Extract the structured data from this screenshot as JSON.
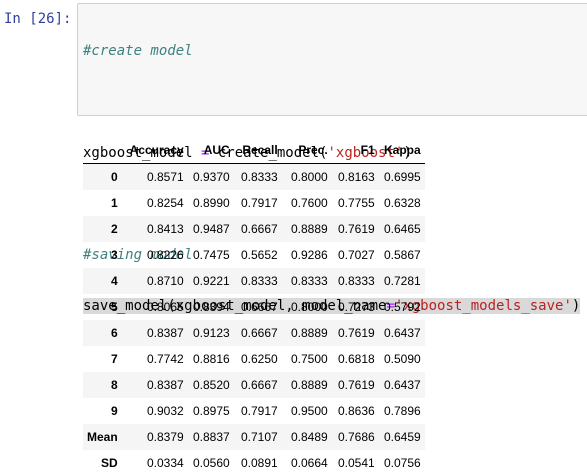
{
  "prompt": "In [26]:",
  "code": {
    "line1_comment": "#create model",
    "line3_var": "xgboost_model ",
    "line3_op": "=",
    "line3_call": " create_model(",
    "line3_str": "'xgboost'",
    "line3_close": ")",
    "line5_comment": "#saving model",
    "line6_call": "save_model(xgboost_model, model_name",
    "line6_op": "=",
    "line6_str": "'xgboost_models_save'",
    "line6_close": ")"
  },
  "table": {
    "columns": [
      "",
      "Accuracy",
      "AUC",
      "Recall",
      "Prec.",
      "F1",
      "Kappa"
    ],
    "rows": [
      [
        "0",
        "0.8571",
        "0.9370",
        "0.8333",
        "0.8000",
        "0.8163",
        "0.6995"
      ],
      [
        "1",
        "0.8254",
        "0.8990",
        "0.7917",
        "0.7600",
        "0.7755",
        "0.6328"
      ],
      [
        "2",
        "0.8413",
        "0.9487",
        "0.6667",
        "0.8889",
        "0.7619",
        "0.6465"
      ],
      [
        "3",
        "0.8226",
        "0.7475",
        "0.5652",
        "0.9286",
        "0.7027",
        "0.5867"
      ],
      [
        "4",
        "0.8710",
        "0.9221",
        "0.8333",
        "0.8333",
        "0.8333",
        "0.7281"
      ],
      [
        "5",
        "0.8065",
        "0.8394",
        "0.6667",
        "0.8000",
        "0.7273",
        "0.5792"
      ],
      [
        "6",
        "0.8387",
        "0.9123",
        "0.6667",
        "0.8889",
        "0.7619",
        "0.6437"
      ],
      [
        "7",
        "0.7742",
        "0.8816",
        "0.6250",
        "0.7500",
        "0.6818",
        "0.5090"
      ],
      [
        "8",
        "0.8387",
        "0.8520",
        "0.6667",
        "0.8889",
        "0.7619",
        "0.6437"
      ],
      [
        "9",
        "0.9032",
        "0.8975",
        "0.7917",
        "0.9500",
        "0.8636",
        "0.7896"
      ],
      [
        "Mean",
        "0.8379",
        "0.8837",
        "0.7107",
        "0.8489",
        "0.7686",
        "0.6459"
      ],
      [
        "SD",
        "0.0334",
        "0.0560",
        "0.0891",
        "0.0664",
        "0.0541",
        "0.0756"
      ]
    ]
  },
  "colors": {
    "prompt": "#303f9f",
    "comment": "#408080",
    "operator": "#aa22ff",
    "string": "#ba2121",
    "code_bg": "#f7f7f7"
  }
}
